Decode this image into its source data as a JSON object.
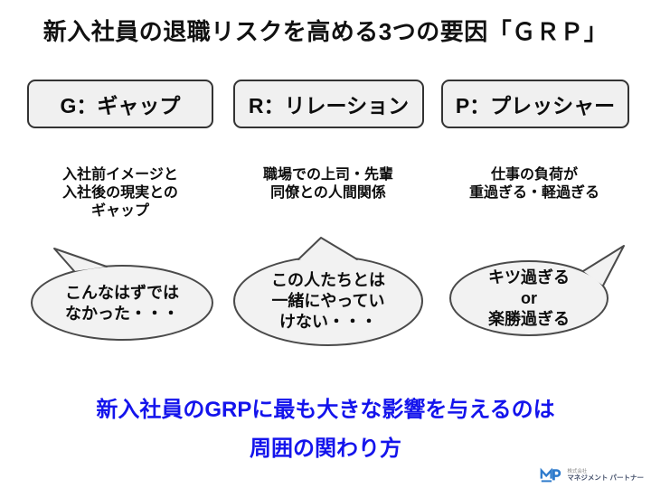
{
  "title": "新入社員の退職リスクを高める3つの要因「ＧＲＰ」",
  "factors": [
    {
      "id": "G",
      "label": "G：ギャップ",
      "description": "入社前イメージと\n入社後の現実との\nギャップ",
      "quote": "こんなはずでは\nなかった・・・"
    },
    {
      "id": "R",
      "label": "R：リレーション",
      "description": "職場での上司・先輩\n同僚との人間関係",
      "quote": "この人たちとは\n一緒にやってい\nけない・・・"
    },
    {
      "id": "P",
      "label": "P：プレッシャー",
      "description": "仕事の負荷が\n重過ぎる・軽過ぎる",
      "quote": "キツ過ぎる\nor\n楽勝過ぎる"
    }
  ],
  "conclusion": {
    "line1": "新入社員のGRPに最も大きな影響を与えるのは",
    "line2": "周囲の関わり方"
  },
  "footer_logo": {
    "company_prefix": "株式会社",
    "company_name": "マネジメント パートナー",
    "monogram": "MP"
  },
  "colors": {
    "emphasis_blue": "#1414EC",
    "box_fill": "#F0F0F0",
    "box_border": "#333333",
    "bubble_fill": "#F2F2F2",
    "bubble_border": "#4A4A4A",
    "text_black": "#0D0D0D",
    "logo_blue": "#2E7BCC"
  }
}
